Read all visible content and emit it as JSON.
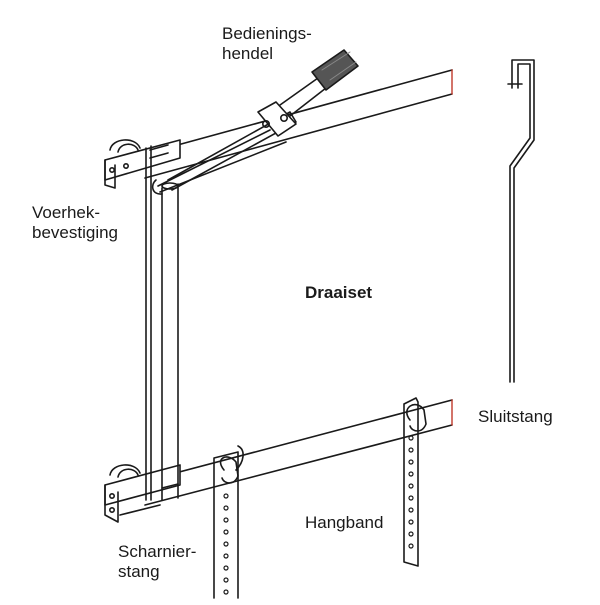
{
  "labels": {
    "operating_handle": "Bedienings-\nhendel",
    "front_gate_mount": "Voerhek-\nbevestiging",
    "swing_set": "Draaiset",
    "closing_rod": "Sluitstang",
    "hanging_strap": "Hangband",
    "hinge_rod": "Scharnier-\nstang"
  },
  "colors": {
    "line": "#1a1a1a",
    "fill": "#ffffff",
    "handle_grip": "#555555",
    "cut_mark": "#c0392b"
  },
  "icons": {
    "handle": "lever-handle-icon",
    "hook": "hook-icon"
  }
}
